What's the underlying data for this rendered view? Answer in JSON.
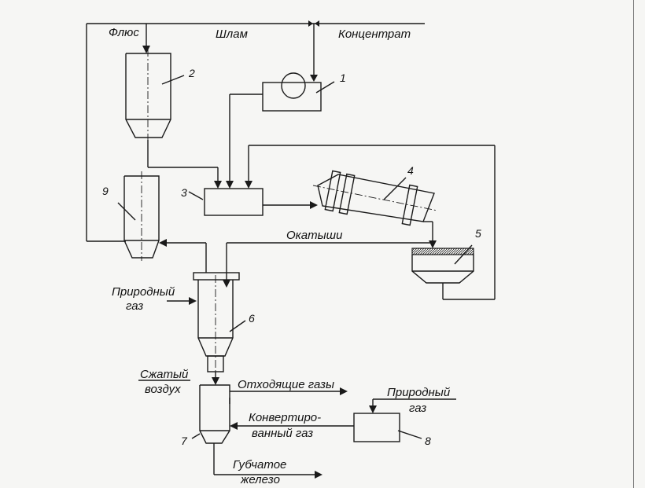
{
  "labels": {
    "flux": "Флюс",
    "sludge": "Шлам",
    "concentrate": "Концентрат",
    "pellets": "Окатыши",
    "natural_gas_1_line1": "Природный",
    "natural_gas_1_line2": "газ",
    "compressed_air_line1": "Сжатый",
    "compressed_air_line2": "воздух",
    "off_gases": "Отходящие газы",
    "natural_gas_2_line1": "Природный",
    "natural_gas_2_line2": "газ",
    "converted_gas_line1": "Конвертиро-",
    "converted_gas_line2": "ванный газ",
    "sponge_iron_line1": "Губчатое",
    "sponge_iron_line2": "железо"
  },
  "numbers": {
    "n1": "1",
    "n2": "2",
    "n3": "3",
    "n4": "4",
    "n5": "5",
    "n6": "6",
    "n7": "7",
    "n8": "8",
    "n9": "9"
  }
}
